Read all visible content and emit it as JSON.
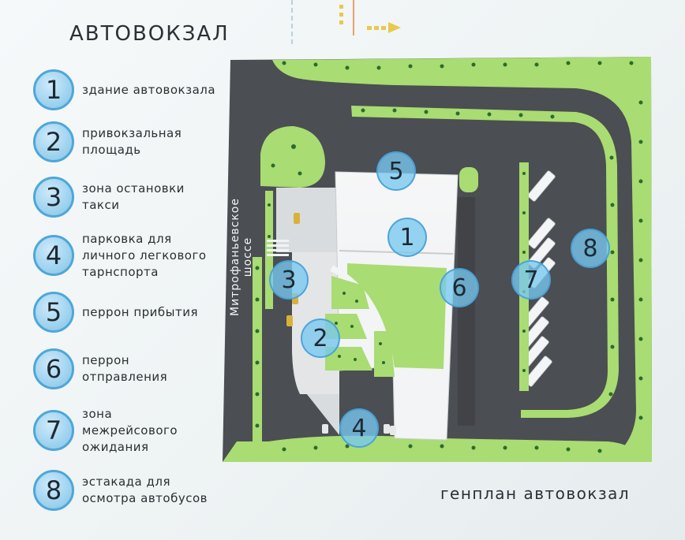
{
  "title": "АВТОВОКЗАЛ",
  "legend": [
    {
      "number": "1",
      "text": "здание автовокзала"
    },
    {
      "number": "2",
      "text": "привокзальная\nплощадь"
    },
    {
      "number": "3",
      "text": "зона остановки\nтакси"
    },
    {
      "number": "4",
      "text": "парковка для\nличного легкового\nтарнспорта"
    },
    {
      "number": "5",
      "text": "перрон прибытия"
    },
    {
      "number": "6",
      "text": "перрон\nотправления"
    },
    {
      "number": "7",
      "text": "зона\nмежрейсового\nожидания"
    },
    {
      "number": "8",
      "text": "эстакада для\nосмотра автобусов"
    }
  ],
  "plan": {
    "road_label": "Митрофаньевское шоссе",
    "markers": [
      "1",
      "2",
      "3",
      "4",
      "5",
      "6",
      "7",
      "8"
    ]
  },
  "caption": "генплан автовокзал",
  "colors": {
    "asphalt": "#4b4e52",
    "grass": "#a9dc72",
    "building": "#f3f4f5",
    "marker_fill": "#8fcbec",
    "marker_border": "#4ea7d8"
  }
}
